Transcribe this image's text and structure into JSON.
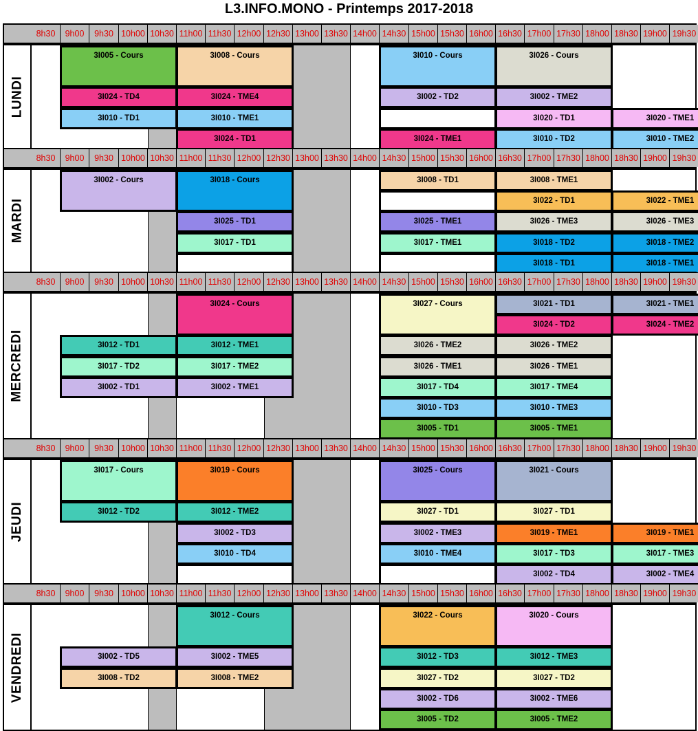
{
  "title": "L3.INFO.MONO - Printemps 2017-2018",
  "times": [
    "8h30",
    "9h00",
    "9h30",
    "10h00",
    "10h30",
    "11h00",
    "11h30",
    "12h00",
    "12h30",
    "13h00",
    "13h30",
    "14h00",
    "14h30",
    "15h00",
    "15h30",
    "16h00",
    "16h30",
    "17h00",
    "17h30",
    "18h00",
    "18h30",
    "19h00",
    "19h30"
  ],
  "days": [
    {
      "name": "LUNDI",
      "events": [
        {
          "label": "3I005 - Cours",
          "start": 1,
          "end": 5,
          "row": 0,
          "span": 2,
          "color": "#6cc04a"
        },
        {
          "label": "3I024 - TD4",
          "start": 1,
          "end": 5,
          "row": 2,
          "span": 1,
          "color": "#f0388b"
        },
        {
          "label": "3I010 - TD1",
          "start": 1,
          "end": 5,
          "row": 3,
          "span": 1,
          "color": "#89cff6"
        },
        {
          "label": "3I008 - Cours",
          "start": 5,
          "end": 9,
          "row": 0,
          "span": 2,
          "color": "#f6d4a8"
        },
        {
          "label": "3I024 - TME4",
          "start": 5,
          "end": 9,
          "row": 2,
          "span": 1,
          "color": "#f0388b"
        },
        {
          "label": "3I010 - TME1",
          "start": 5,
          "end": 9,
          "row": 3,
          "span": 1,
          "color": "#89cff6"
        },
        {
          "label": "3I024 - TD1",
          "start": 5,
          "end": 9,
          "row": 4,
          "span": 1,
          "color": "#f0388b"
        },
        {
          "label": "3I010 - Cours",
          "start": 12,
          "end": 16,
          "row": 0,
          "span": 2,
          "color": "#89cff6"
        },
        {
          "label": "3I002 - TD2",
          "start": 12,
          "end": 16,
          "row": 2,
          "span": 1,
          "color": "#c9b6ea"
        },
        {
          "label": "",
          "start": 12,
          "end": 16,
          "row": 3,
          "span": 1,
          "color": "#ffffff"
        },
        {
          "label": "3I024 - TME1",
          "start": 12,
          "end": 16,
          "row": 4,
          "span": 1,
          "color": "#f0388b"
        },
        {
          "label": "3I026 - Cours",
          "start": 16,
          "end": 20,
          "row": 0,
          "span": 2,
          "color": "#dcdcd0"
        },
        {
          "label": "3I002 - TME2",
          "start": 16,
          "end": 20,
          "row": 2,
          "span": 1,
          "color": "#c9b6ea"
        },
        {
          "label": "3I020 - TD1",
          "start": 16,
          "end": 20,
          "row": 3,
          "span": 1,
          "color": "#f6b9f4"
        },
        {
          "label": "3I010 - TD2",
          "start": 16,
          "end": 20,
          "row": 4,
          "span": 1,
          "color": "#89cff6"
        },
        {
          "label": "3I020 - TME1",
          "start": 20,
          "end": 24,
          "row": 3,
          "span": 1,
          "color": "#f6b9f4"
        },
        {
          "label": "3I010 - TME2",
          "start": 20,
          "end": 24,
          "row": 4,
          "span": 1,
          "color": "#89cff6"
        }
      ]
    },
    {
      "name": "MARDI",
      "events": [
        {
          "label": "3I002 - Cours",
          "start": 1,
          "end": 5,
          "row": 0,
          "span": 2,
          "color": "#c9b6ea"
        },
        {
          "label": "3I018 - Cours",
          "start": 5,
          "end": 9,
          "row": 0,
          "span": 2,
          "color": "#0ca1e6"
        },
        {
          "label": "3I025 - TD1",
          "start": 5,
          "end": 9,
          "row": 2,
          "span": 1,
          "color": "#9386e8"
        },
        {
          "label": "3I017 - TD1",
          "start": 5,
          "end": 9,
          "row": 3,
          "span": 1,
          "color": "#9ef6cd"
        },
        {
          "label": "",
          "start": 5,
          "end": 9,
          "row": 4,
          "span": 1,
          "color": "#ffffff"
        },
        {
          "label": "3I008 - TD1",
          "start": 12,
          "end": 16,
          "row": 0,
          "span": 1,
          "color": "#f6d4a8"
        },
        {
          "label": "",
          "start": 12,
          "end": 16,
          "row": 1,
          "span": 1,
          "color": "#ffffff"
        },
        {
          "label": "3I025 - TME1",
          "start": 12,
          "end": 16,
          "row": 2,
          "span": 1,
          "color": "#9386e8"
        },
        {
          "label": "3I017 - TME1",
          "start": 12,
          "end": 16,
          "row": 3,
          "span": 1,
          "color": "#9ef6cd"
        },
        {
          "label": "",
          "start": 12,
          "end": 16,
          "row": 4,
          "span": 1,
          "color": "#ffffff"
        },
        {
          "label": "3I008 - TME1",
          "start": 16,
          "end": 20,
          "row": 0,
          "span": 1,
          "color": "#f6d4a8"
        },
        {
          "label": "3I022 - TD1",
          "start": 16,
          "end": 20,
          "row": 1,
          "span": 1,
          "color": "#f8be57"
        },
        {
          "label": "3I026 - TME3",
          "start": 16,
          "end": 20,
          "row": 2,
          "span": 1,
          "color": "#dcdcd0"
        },
        {
          "label": "3I018 - TD2",
          "start": 16,
          "end": 20,
          "row": 3,
          "span": 1,
          "color": "#0ca1e6"
        },
        {
          "label": "3I018 - TD1",
          "start": 16,
          "end": 20,
          "row": 4,
          "span": 1,
          "color": "#0ca1e6"
        },
        {
          "label": "3I022 - TME1",
          "start": 20,
          "end": 24,
          "row": 1,
          "span": 1,
          "color": "#f8be57"
        },
        {
          "label": "3I026 - TME3",
          "start": 20,
          "end": 24,
          "row": 2,
          "span": 1,
          "color": "#dcdcd0"
        },
        {
          "label": "3I018 - TME2",
          "start": 20,
          "end": 24,
          "row": 3,
          "span": 1,
          "color": "#0ca1e6"
        },
        {
          "label": "3I018 - TME1",
          "start": 20,
          "end": 24,
          "row": 4,
          "span": 1,
          "color": "#0ca1e6"
        }
      ]
    },
    {
      "name": "MERCREDI",
      "events": [
        {
          "label": "3I012 - TD1",
          "start": 1,
          "end": 5,
          "row": 2,
          "span": 1,
          "color": "#43cbb5"
        },
        {
          "label": "3I017 - TD2",
          "start": 1,
          "end": 5,
          "row": 3,
          "span": 1,
          "color": "#9ef6cd"
        },
        {
          "label": "3I002 - TD1",
          "start": 1,
          "end": 5,
          "row": 4,
          "span": 1,
          "color": "#c9b6ea"
        },
        {
          "label": "3I024 - Cours",
          "start": 5,
          "end": 9,
          "row": 0,
          "span": 2,
          "color": "#f0388b"
        },
        {
          "label": "3I012 - TME1",
          "start": 5,
          "end": 9,
          "row": 2,
          "span": 1,
          "color": "#43cbb5"
        },
        {
          "label": "3I017 - TME2",
          "start": 5,
          "end": 9,
          "row": 3,
          "span": 1,
          "color": "#9ef6cd"
        },
        {
          "label": "3I002 - TME1",
          "start": 5,
          "end": 9,
          "row": 4,
          "span": 1,
          "color": "#c9b6ea"
        },
        {
          "label": "3I027 - Cours",
          "start": 12,
          "end": 16,
          "row": 0,
          "span": 2,
          "color": "#f6f6c6"
        },
        {
          "label": "3I026 - TME2",
          "start": 12,
          "end": 16,
          "row": 2,
          "span": 1,
          "color": "#dcdcd0"
        },
        {
          "label": "3I026 - TME1",
          "start": 12,
          "end": 16,
          "row": 3,
          "span": 1,
          "color": "#dcdcd0"
        },
        {
          "label": "3I017 - TD4",
          "start": 12,
          "end": 16,
          "row": 4,
          "span": 1,
          "color": "#9ef6cd"
        },
        {
          "label": "3I010 - TD3",
          "start": 12,
          "end": 16,
          "row": 5,
          "span": 1,
          "color": "#89cff6"
        },
        {
          "label": "3I005 - TD1",
          "start": 12,
          "end": 16,
          "row": 6,
          "span": 1,
          "color": "#6cc04a"
        },
        {
          "label": "3I021 - TD1",
          "start": 16,
          "end": 20,
          "row": 0,
          "span": 1,
          "color": "#a6b4d0"
        },
        {
          "label": "3I024 - TD2",
          "start": 16,
          "end": 20,
          "row": 1,
          "span": 1,
          "color": "#f0388b"
        },
        {
          "label": "3I026 - TME2",
          "start": 16,
          "end": 20,
          "row": 2,
          "span": 1,
          "color": "#dcdcd0"
        },
        {
          "label": "3I026 - TME1",
          "start": 16,
          "end": 20,
          "row": 3,
          "span": 1,
          "color": "#dcdcd0"
        },
        {
          "label": "3I017 - TME4",
          "start": 16,
          "end": 20,
          "row": 4,
          "span": 1,
          "color": "#9ef6cd"
        },
        {
          "label": "3I010 - TME3",
          "start": 16,
          "end": 20,
          "row": 5,
          "span": 1,
          "color": "#89cff6"
        },
        {
          "label": "3I005 - TME1",
          "start": 16,
          "end": 20,
          "row": 6,
          "span": 1,
          "color": "#6cc04a"
        },
        {
          "label": "3I021 - TME1",
          "start": 20,
          "end": 24,
          "row": 0,
          "span": 1,
          "color": "#a6b4d0"
        },
        {
          "label": "3I024 - TME2",
          "start": 20,
          "end": 24,
          "row": 1,
          "span": 1,
          "color": "#f0388b"
        }
      ]
    },
    {
      "name": "JEUDI",
      "events": [
        {
          "label": "3I017 - Cours",
          "start": 1,
          "end": 5,
          "row": 0,
          "span": 2,
          "color": "#9ef6cd"
        },
        {
          "label": "3I012 - TD2",
          "start": 1,
          "end": 5,
          "row": 2,
          "span": 1,
          "color": "#43cbb5"
        },
        {
          "label": "3I019 - Cours",
          "start": 5,
          "end": 9,
          "row": 0,
          "span": 2,
          "color": "#fb7f29"
        },
        {
          "label": "3I012 - TME2",
          "start": 5,
          "end": 9,
          "row": 2,
          "span": 1,
          "color": "#43cbb5"
        },
        {
          "label": "3I002 - TD3",
          "start": 5,
          "end": 9,
          "row": 3,
          "span": 1,
          "color": "#c9b6ea"
        },
        {
          "label": "3I010 - TD4",
          "start": 5,
          "end": 9,
          "row": 4,
          "span": 1,
          "color": "#89cff6"
        },
        {
          "label": "",
          "start": 5,
          "end": 9,
          "row": 5,
          "span": 1,
          "color": "#ffffff"
        },
        {
          "label": "3I025 - Cours",
          "start": 12,
          "end": 16,
          "row": 0,
          "span": 2,
          "color": "#9386e8"
        },
        {
          "label": "3I027 - TD1",
          "start": 12,
          "end": 16,
          "row": 2,
          "span": 1,
          "color": "#f6f6c6"
        },
        {
          "label": "3I002 - TME3",
          "start": 12,
          "end": 16,
          "row": 3,
          "span": 1,
          "color": "#c9b6ea"
        },
        {
          "label": "3I010 - TME4",
          "start": 12,
          "end": 16,
          "row": 4,
          "span": 1,
          "color": "#89cff6"
        },
        {
          "label": "",
          "start": 12,
          "end": 16,
          "row": 5,
          "span": 1,
          "color": "#ffffff"
        },
        {
          "label": "3I021 - Cours",
          "start": 16,
          "end": 20,
          "row": 0,
          "span": 2,
          "color": "#a6b4d0"
        },
        {
          "label": "3I027 - TD1",
          "start": 16,
          "end": 20,
          "row": 2,
          "span": 1,
          "color": "#f6f6c6"
        },
        {
          "label": "3I019 - TME1",
          "start": 16,
          "end": 20,
          "row": 3,
          "span": 1,
          "color": "#fb7f29"
        },
        {
          "label": "3I017 - TD3",
          "start": 16,
          "end": 20,
          "row": 4,
          "span": 1,
          "color": "#9ef6cd"
        },
        {
          "label": "3I002 - TD4",
          "start": 16,
          "end": 20,
          "row": 5,
          "span": 1,
          "color": "#c9b6ea"
        },
        {
          "label": "3I019 - TME1",
          "start": 20,
          "end": 24,
          "row": 3,
          "span": 1,
          "color": "#fb7f29"
        },
        {
          "label": "3I017 - TME3",
          "start": 20,
          "end": 24,
          "row": 4,
          "span": 1,
          "color": "#9ef6cd"
        },
        {
          "label": "3I002 - TME4",
          "start": 20,
          "end": 24,
          "row": 5,
          "span": 1,
          "color": "#c9b6ea"
        }
      ]
    },
    {
      "name": "VENDREDI",
      "events": [
        {
          "label": "3I002 - TD5",
          "start": 1,
          "end": 5,
          "row": 2,
          "span": 1,
          "color": "#c9b6ea"
        },
        {
          "label": "3I008 - TD2",
          "start": 1,
          "end": 5,
          "row": 3,
          "span": 1,
          "color": "#f6d4a8"
        },
        {
          "label": "3I012 - Cours",
          "start": 5,
          "end": 9,
          "row": 0,
          "span": 2,
          "color": "#43cbb5"
        },
        {
          "label": "3I002 - TME5",
          "start": 5,
          "end": 9,
          "row": 2,
          "span": 1,
          "color": "#c9b6ea"
        },
        {
          "label": "3I008 - TME2",
          "start": 5,
          "end": 9,
          "row": 3,
          "span": 1,
          "color": "#f6d4a8"
        },
        {
          "label": "3I022 - Cours",
          "start": 12,
          "end": 16,
          "row": 0,
          "span": 2,
          "color": "#f8be57"
        },
        {
          "label": "3I012 - TD3",
          "start": 12,
          "end": 16,
          "row": 2,
          "span": 1,
          "color": "#43cbb5"
        },
        {
          "label": "3I027 - TD2",
          "start": 12,
          "end": 16,
          "row": 3,
          "span": 1,
          "color": "#f6f6c6"
        },
        {
          "label": "3I002 - TD6",
          "start": 12,
          "end": 16,
          "row": 4,
          "span": 1,
          "color": "#c9b6ea"
        },
        {
          "label": "3I005 - TD2",
          "start": 12,
          "end": 16,
          "row": 5,
          "span": 1,
          "color": "#6cc04a"
        },
        {
          "label": "3I020 - Cours",
          "start": 16,
          "end": 20,
          "row": 0,
          "span": 2,
          "color": "#f6b9f4"
        },
        {
          "label": "3I012 - TME3",
          "start": 16,
          "end": 20,
          "row": 2,
          "span": 1,
          "color": "#43cbb5"
        },
        {
          "label": "3I027 - TD2",
          "start": 16,
          "end": 20,
          "row": 3,
          "span": 1,
          "color": "#f6f6c6"
        },
        {
          "label": "3I002 - TME6",
          "start": 16,
          "end": 20,
          "row": 4,
          "span": 1,
          "color": "#c9b6ea"
        },
        {
          "label": "3I005 - TME2",
          "start": 16,
          "end": 20,
          "row": 5,
          "span": 1,
          "color": "#6cc04a"
        }
      ]
    }
  ]
}
